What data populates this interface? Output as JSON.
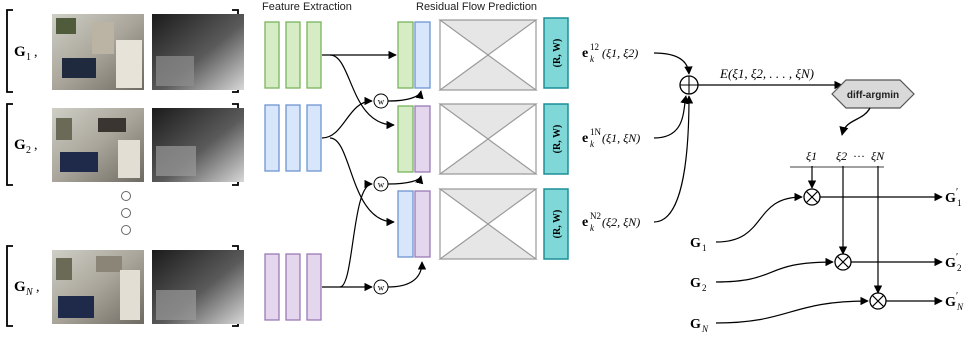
{
  "headers": {
    "feature_extraction": "Feature Extraction",
    "residual_flow_prediction": "Residual Flow Prediction"
  },
  "inputs": [
    {
      "symbol": "G",
      "sub": "1"
    },
    {
      "symbol": "G",
      "sub": "2"
    },
    {
      "symbol": "G",
      "sub": "N"
    }
  ],
  "rw_label": "(R, W)",
  "warp_label": "w",
  "error_terms": [
    {
      "sup": "12",
      "args": "(ξ1, ξ2)"
    },
    {
      "sup": "1N",
      "args": "(ξ1, ξN)"
    },
    {
      "sup": "N2",
      "args": "(ξ2, ξN)"
    }
  ],
  "energy_label": "E(ξ1, ξ2, . . . , ξN)",
  "solver_label": "diff-argmin",
  "xi_labels": [
    "ξ1",
    "ξ2",
    "···",
    "ξN"
  ],
  "pose_inputs": [
    "G1",
    "G2",
    "GN"
  ],
  "pose_outputs": [
    "G′1",
    "G′2",
    "G′N"
  ],
  "colors": {
    "green_fill": "#d5ecc4",
    "green_stroke": "#79b45e",
    "blue_fill": "#d7e6fb",
    "blue_stroke": "#6d95d2",
    "purple_fill": "#e4d6ec",
    "purple_stroke": "#9a7bb6",
    "teal_fill": "#7fd7d7",
    "teal_stroke": "#1b8f97",
    "hourglass_fill": "#e6e6e6",
    "hex_fill": "#d9d9d9"
  }
}
